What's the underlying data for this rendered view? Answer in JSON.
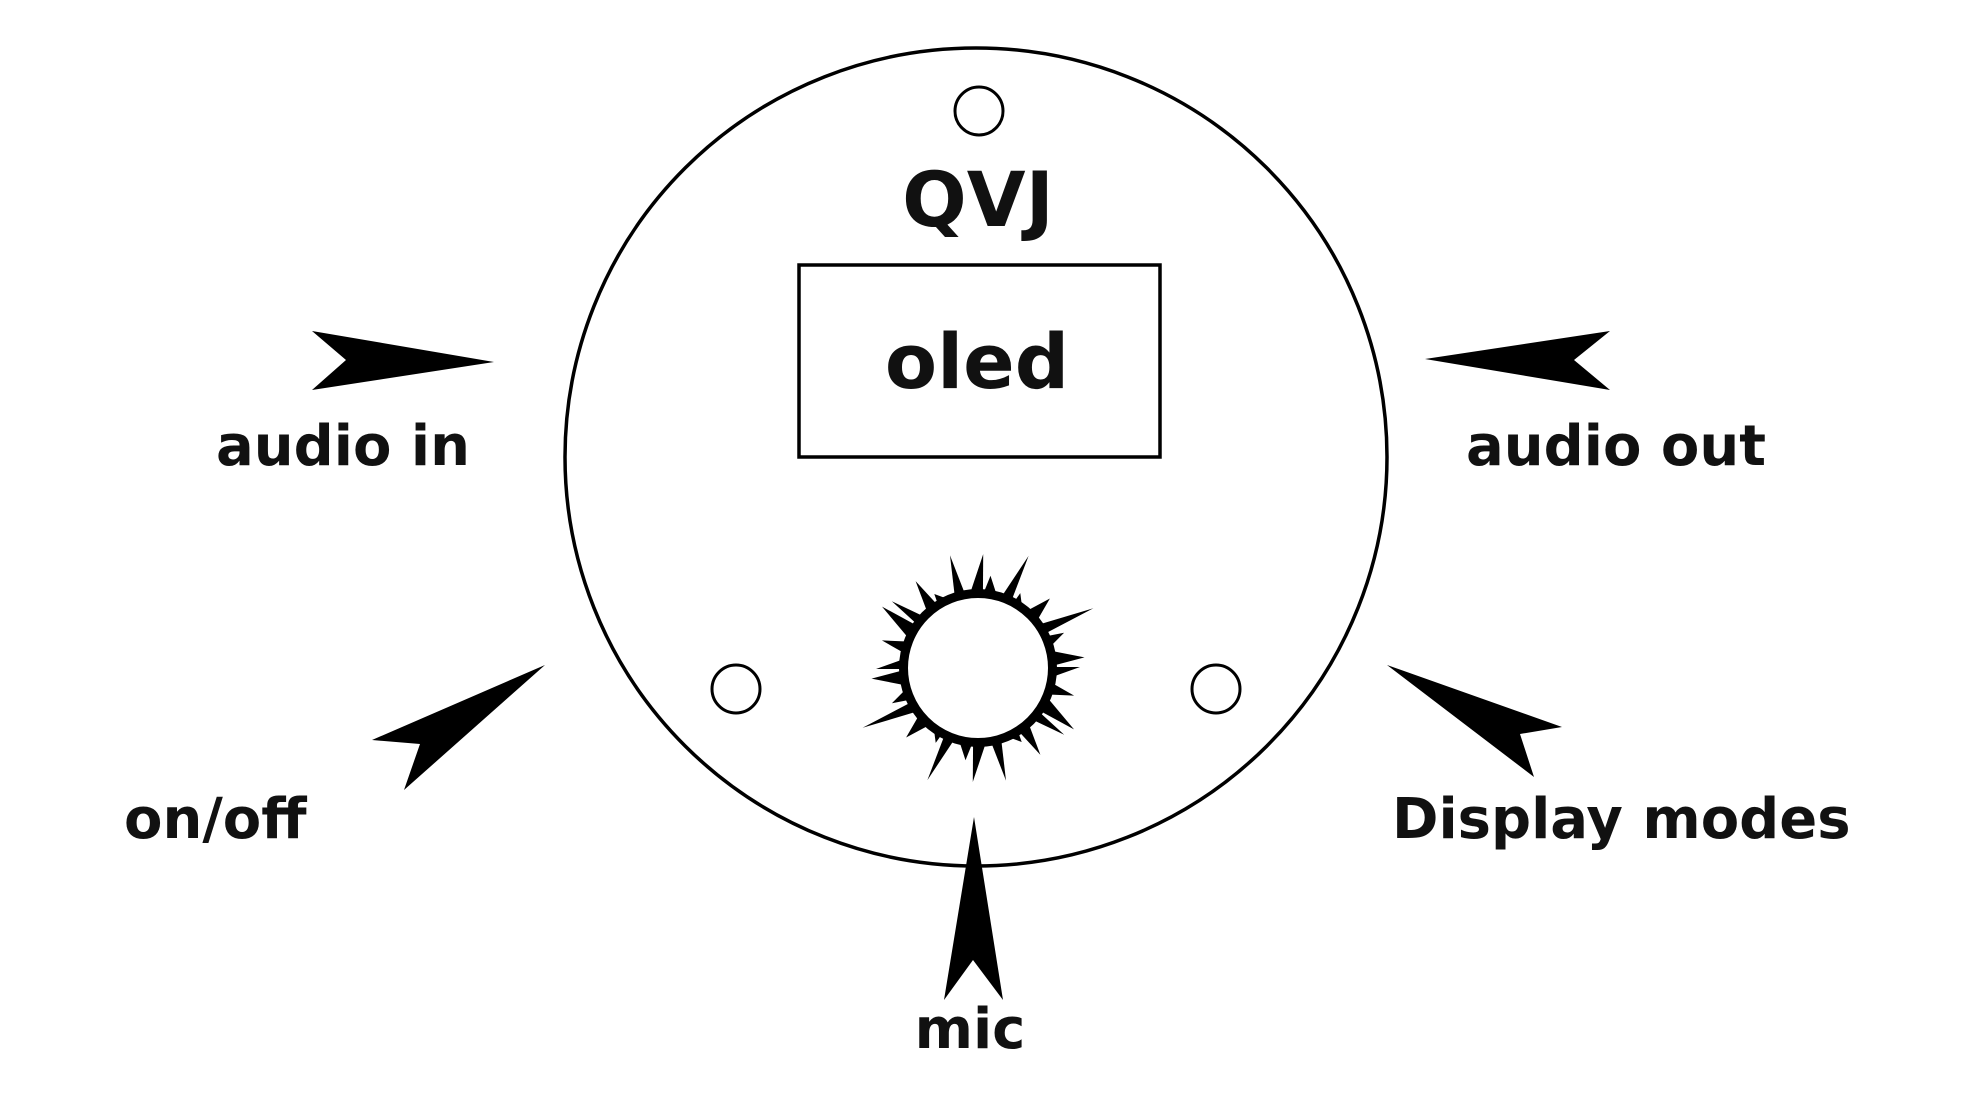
{
  "device": {
    "name": "QVJ",
    "screen_label": "oled"
  },
  "callouts": {
    "audio_in": "audio in",
    "audio_out": "audio out",
    "power": "on/off",
    "display_modes": "Display modes",
    "mic": "mic"
  }
}
